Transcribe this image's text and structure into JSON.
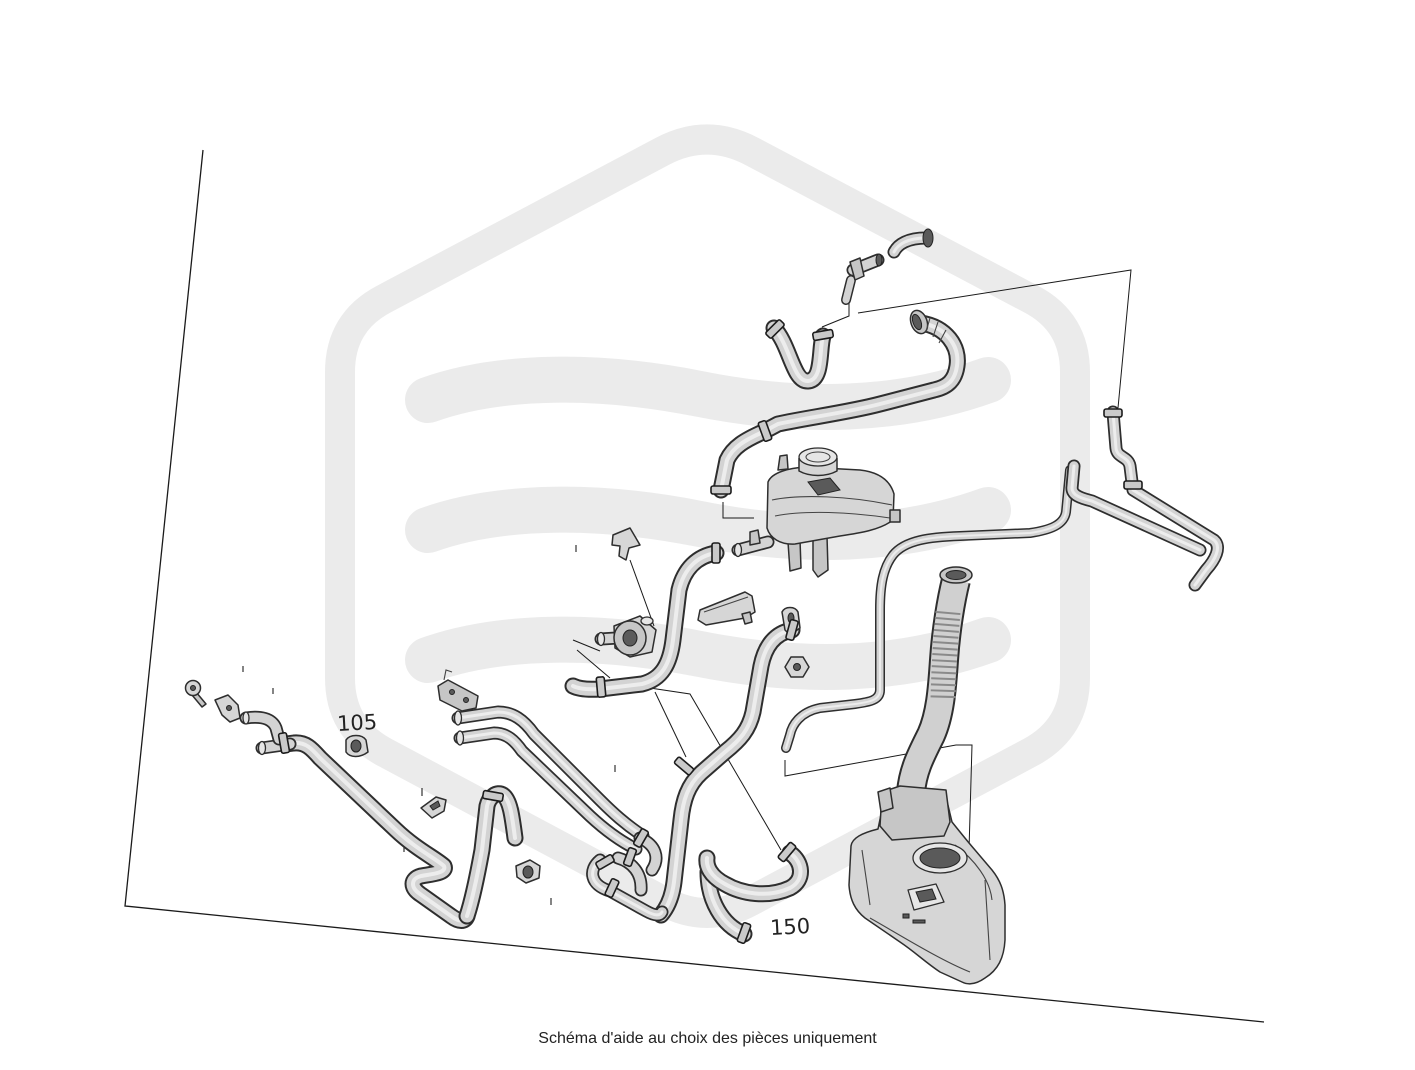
{
  "caption": "Schéma d'aide au choix des pièces uniquement",
  "callouts": [
    {
      "label": "105"
    },
    {
      "label": "150"
    }
  ],
  "colors": {
    "background": "#ffffff",
    "watermark": "#ebebeb",
    "part_fill": "#d6d6d6",
    "part_outline": "#2e2e2e",
    "leader_line": "#1a1a1a"
  }
}
